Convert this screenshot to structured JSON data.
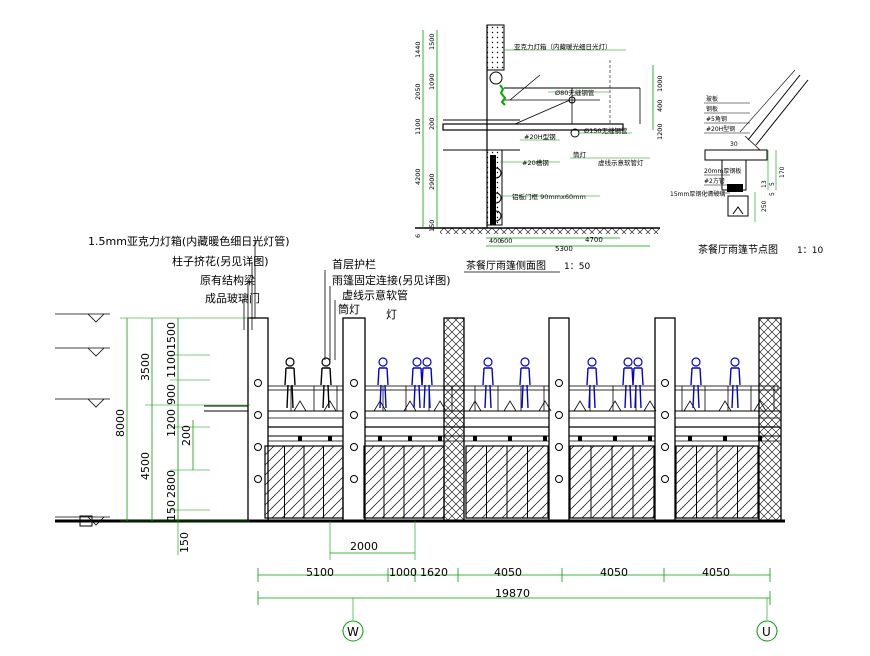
{
  "main_elevation": {
    "callouts_left": [
      "1.5mm亚克力灯箱(内藏暖色细日光灯管)",
      "柱子挤花(另见详图)",
      "原有结构梁",
      "成品玻璃门"
    ],
    "callouts_mid": [
      "首层护栏",
      "雨篷固定连接(另见详图)",
      "虚线示意软管",
      "筒灯",
      "灯"
    ],
    "vertical_dims": {
      "outer": [
        "8000"
      ],
      "mid": [
        "3500",
        "4500"
      ],
      "inner": [
        "1500",
        "1100",
        "900",
        "1200",
        "2800",
        "150"
      ],
      "inner_extra": [
        "200"
      ],
      "bottom": "150"
    },
    "horizontal_dims": {
      "top_row": [
        "5100",
        "1000",
        "1620",
        "4050",
        "4050",
        "4050"
      ],
      "total": "19870",
      "small": "2000"
    },
    "axis_labels": [
      "W",
      "U"
    ]
  },
  "section_detail": {
    "title": "茶餐厅雨篷侧面图",
    "scale": "1：50",
    "labels": [
      "亚克力灯箱（内藏暖光细日光灯）",
      "Ø80无缝钢管",
      "Ø150无缝钢管",
      "#20H型钢",
      "#20槽钢",
      "筒灯",
      "虚线示意软管灯",
      "铝板门框 90mmx60mm"
    ],
    "left_dims": [
      "1440",
      "1500",
      "2050",
      "1090",
      "1100",
      "200",
      "4200",
      "2900",
      "150",
      "6"
    ],
    "right_dims": [
      "1000",
      "400",
      "1200"
    ],
    "bottom_dims": [
      "400",
      "600",
      "4700",
      "5300"
    ]
  },
  "node_detail": {
    "title": "茶餐厅雨篷节点图",
    "scale": "1：10",
    "labels": [
      "玻板",
      "钢板",
      "#5角钢",
      "#20H型钢",
      "20mm厚钢板",
      "#2方管",
      "15mm厚钢化清玻璃"
    ],
    "dims": [
      "30",
      "170",
      "5",
      "13",
      "250",
      "5"
    ]
  },
  "colors": {
    "line": "#000000",
    "dim": "#00a000",
    "figure": "#0000dd",
    "axis": "#008800"
  }
}
